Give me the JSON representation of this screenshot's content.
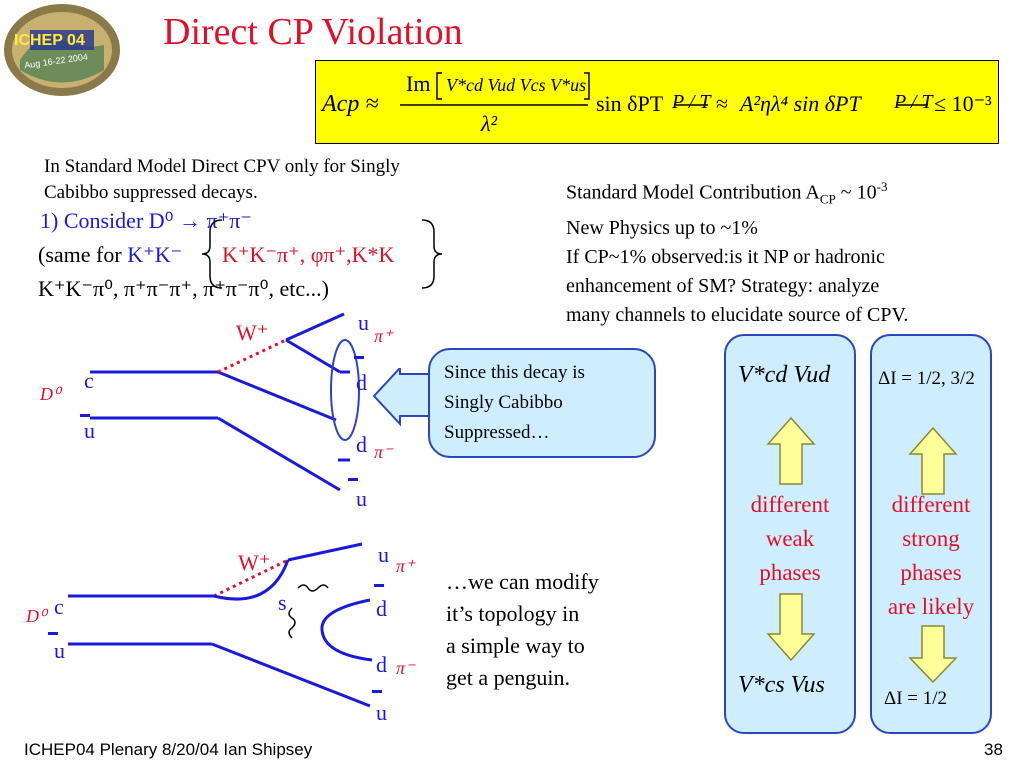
{
  "logo": {
    "text": "ICHEP 04",
    "sub": "Aug 16-22 2004"
  },
  "title": "Direct CP Violation",
  "formula": {
    "lhs": "Acp ≈",
    "im": "Im",
    "ckm": "V*cd Vud Vcs V*us",
    "denom": "λ²",
    "sin1": "sin δPT",
    "pt1": "P / T",
    "approx": "≈",
    "a2": "A²ηλ⁴ sin δPT",
    "pt2": "P / T",
    "bound": "≤ 10⁻³"
  },
  "intro_note": [
    "In Standard Model Direct CPV only for Singly",
    "Cabibbo suppressed decays."
  ],
  "consider": {
    "line1_blue": "1) Consider D⁰ → π⁺π⁻",
    "line2_black": "(same for ",
    "line2_blue": "K⁺K⁻",
    "line2_red": "K⁺K⁻π⁺, φπ⁺,K*K",
    "line3": "K⁺K⁻π⁰, π⁺π⁻π⁺, π⁺π⁻π⁰, etc...)"
  },
  "sm": {
    "line1": "Standard Model Contribution A",
    "line1_sub": "CP",
    "line1_end": " ~ 10",
    "line1_sup": "-3",
    "line2": "New Physics  up to ~1%",
    "line3": "If CP~1% observed:is it NP or hadronic",
    "line4": "enhancement of SM? Strategy: analyze",
    "line5": "many channels to elucidate source of CPV."
  },
  "tree": {
    "w": "W⁺",
    "c": "c",
    "ubar": "u",
    "d0": "D⁰",
    "u_top": "u",
    "pi_plus": "π⁺",
    "dbar": "d",
    "d": "d",
    "pi_minus": "π⁻",
    "ubar_bottom": "u"
  },
  "bubble": {
    "line1": "Since this decay is",
    "line2": "Singly Cabibbo",
    "line3": "Suppressed…"
  },
  "penguin": {
    "w": "W⁺",
    "s": "s",
    "c": "c",
    "ubar": "u",
    "d0": "D⁰",
    "u_top": "u",
    "pi_plus": "π⁺",
    "dbar": "d",
    "d": "d",
    "pi_minus": "π⁻",
    "ubar_bottom": "u"
  },
  "modify": [
    "…we can modify",
    "it’s topology in",
    "a simple way to",
    "get a penguin."
  ],
  "weak_panel": {
    "top": "V*cd Vud",
    "text": [
      "different",
      "weak",
      "phases"
    ],
    "bottom": "V*cs Vus"
  },
  "strong_panel": {
    "top": "ΔI = 1/2, 3/2",
    "text": [
      "different",
      "strong",
      "phases",
      "are likely"
    ],
    "bottom": "ΔI = 1/2"
  },
  "footer": {
    "left": "ICHEP04 Plenary 8/20/04 Ian Shipsey",
    "page": "38"
  },
  "colors": {
    "title": "#e0102a",
    "blue": "#1a1adc",
    "yellow": "#ffff00",
    "panel": "#cfeefd",
    "arrow": "#ffff99"
  }
}
